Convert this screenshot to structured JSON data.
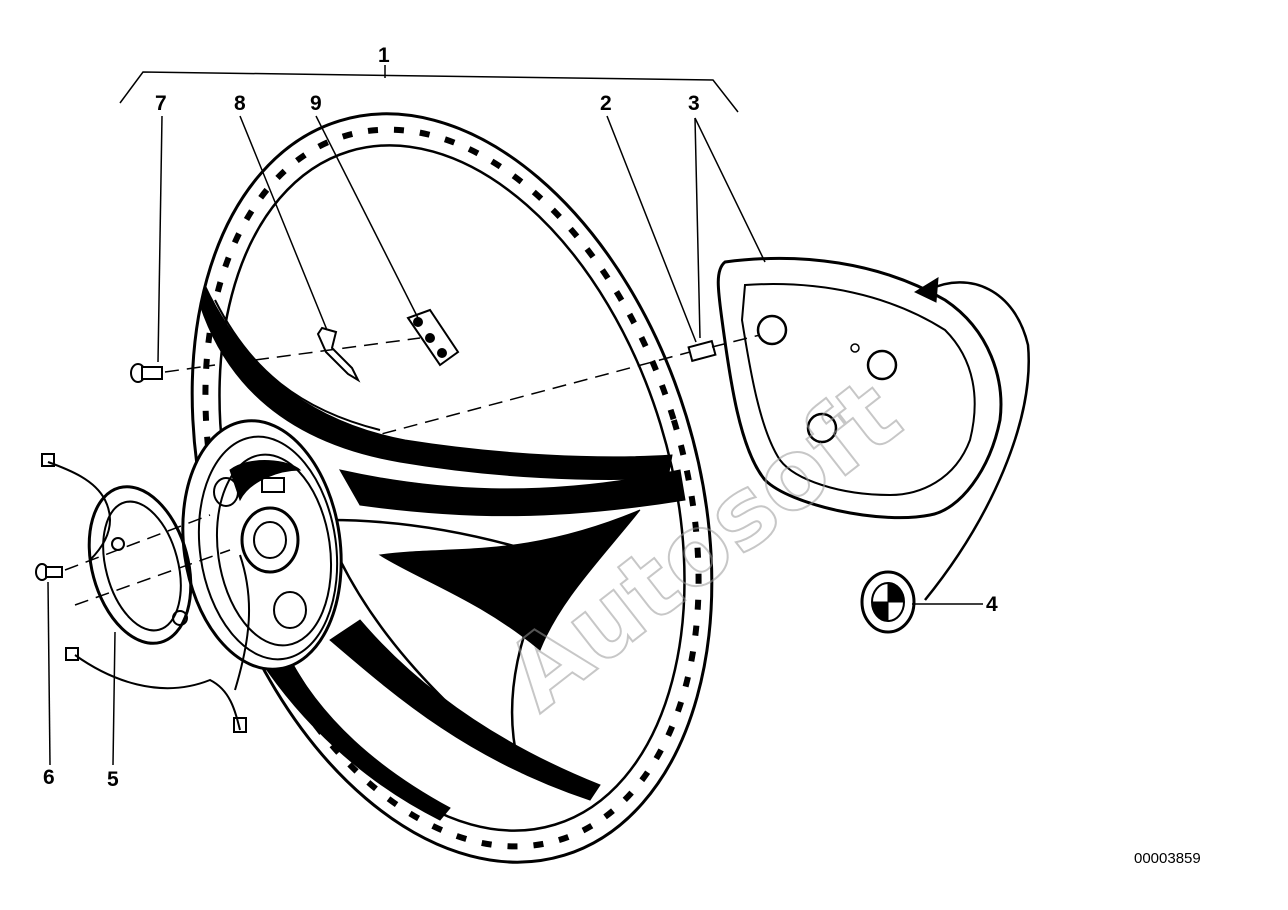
{
  "callouts": {
    "c1": "1",
    "c2": "2",
    "c3": "3",
    "c4": "4",
    "c5": "5",
    "c6": "6",
    "c7": "7",
    "c8": "8",
    "c9": "9"
  },
  "document_number": "00003859",
  "watermark": "Autosoft",
  "colors": {
    "ink": "#000000",
    "paper": "#ffffff",
    "watermark": "#9a9a9a"
  }
}
